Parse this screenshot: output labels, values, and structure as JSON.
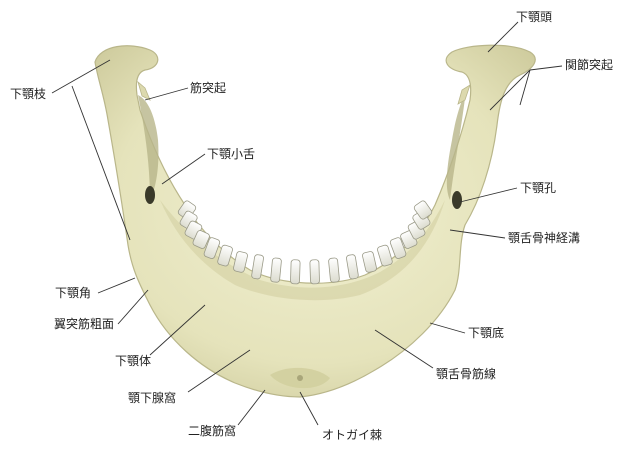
{
  "labels": {
    "condyle_head": "下顎頭",
    "condylar_process": "関節突起",
    "ramus": "下顎枝",
    "coronoid_process": "筋突起",
    "lingula": "下顎小舌",
    "mandibular_foramen": "下顎孔",
    "mylohyoid_groove": "顎舌骨神経溝",
    "angle": "下顎角",
    "pterygoid_tuberosity": "翼突筋粗面",
    "body": "下顎体",
    "base": "下顎底",
    "mylohyoid_line": "顎舌骨筋線",
    "submandibular_fossa": "顎下腺窩",
    "digastric_fossa": "二腹筋窩",
    "mental_spine": "オトガイ棘"
  },
  "colors": {
    "bone": "#e9e8c2",
    "bone_shadow": "#c9c79a",
    "bone_dark": "#3a3a2a",
    "tooth": "#f7f7f0",
    "line": "#333333"
  }
}
